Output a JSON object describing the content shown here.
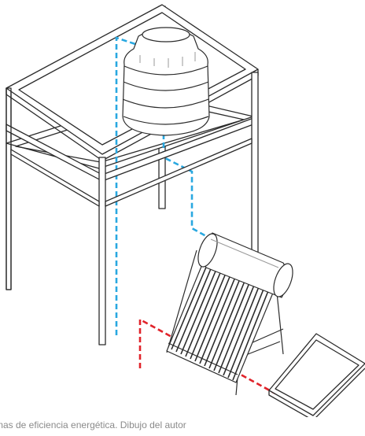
{
  "caption": "mas de eficiencia energética. Dibujo del autor",
  "colors": {
    "line": "#2b2b2b",
    "frame_fill": "#ffffff",
    "cold_water": "#29a8e0",
    "hot_water": "#e0232a",
    "tank_fill": "#ffffff",
    "caption_text": "#8a8a8a"
  },
  "diagram": {
    "components": [
      {
        "name": "tank-stand",
        "icon": "metal-frame-icon"
      },
      {
        "name": "water-tank",
        "icon": "tank-icon"
      },
      {
        "name": "solar-water-heater",
        "icon": "evacuated-tube-collector-icon"
      },
      {
        "name": "solar-panel",
        "icon": "panel-icon"
      }
    ],
    "pipes": [
      {
        "name": "cold-water-pipe",
        "style": "dashed",
        "color": "#29a8e0"
      },
      {
        "name": "hot-water-pipe",
        "style": "dashed",
        "color": "#e0232a"
      }
    ]
  }
}
